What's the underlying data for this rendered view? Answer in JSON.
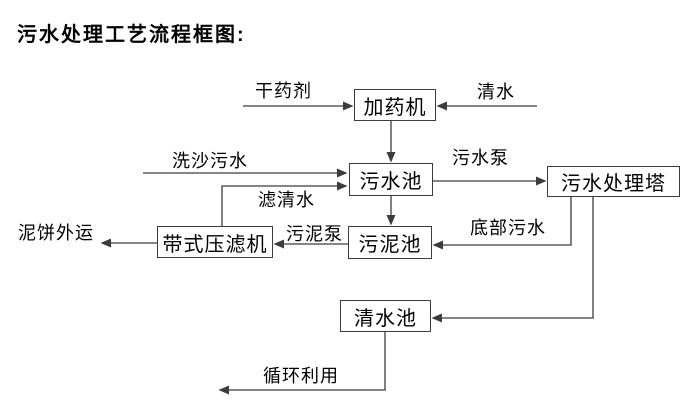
{
  "title": "污水处理工艺流程框图:",
  "diagram": {
    "nodes": {
      "dosing_machine": {
        "label": "加药机"
      },
      "sewage_pool": {
        "label": "污水池"
      },
      "treatment_tower": {
        "label": "污水处理塔"
      },
      "sludge_pool": {
        "label": "污泥池"
      },
      "belt_filter_press": {
        "label": "带式压滤机"
      },
      "clean_water_pool": {
        "label": "清水池"
      }
    },
    "edge_labels": {
      "dry_chemical": "干药剂",
      "clean_water_in": "清水",
      "sand_washing_sewage": "洗沙污水",
      "sewage_pump": "污水泵",
      "filtered_water": "滤清水",
      "sludge_pump": "污泥泵",
      "bottom_sewage": "底部污水",
      "mud_cake_out": "泥饼外运",
      "recycle": "循环利用"
    },
    "colors": {
      "line": "#3c3c3c",
      "box_border": "#3c3c3c",
      "text": "#000000",
      "background": "#ffffff"
    }
  }
}
